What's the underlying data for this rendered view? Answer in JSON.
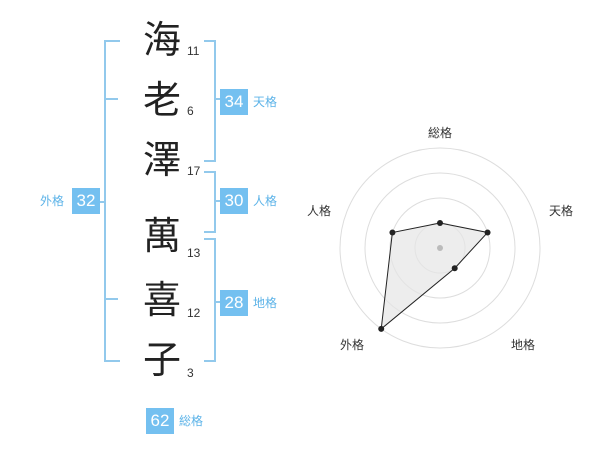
{
  "name": {
    "characters": [
      {
        "char": "海",
        "strokes": "11"
      },
      {
        "char": "老",
        "strokes": "6"
      },
      {
        "char": "澤",
        "strokes": "17"
      },
      {
        "char": "萬",
        "strokes": "13"
      },
      {
        "char": "喜",
        "strokes": "12"
      },
      {
        "char": "子",
        "strokes": "3"
      }
    ]
  },
  "fortunes": {
    "tenkaku": {
      "value": "34",
      "label": "天格"
    },
    "jinkaku": {
      "value": "30",
      "label": "人格"
    },
    "chikaku": {
      "value": "28",
      "label": "地格"
    },
    "gaikaku": {
      "value": "32",
      "label": "外格"
    },
    "soukaku": {
      "value": "62",
      "label": "総格"
    }
  },
  "radar": {
    "axis_labels": [
      "総格",
      "天格",
      "地格",
      "外格",
      "人格"
    ],
    "levels": 4,
    "max": 4,
    "values": [
      1,
      2,
      1,
      4,
      2
    ],
    "colors": {
      "grid": "#dddddd",
      "fill": "#e6e6e6",
      "line": "#222222",
      "dot": "#222222",
      "center": "#bbbbbb"
    }
  }
}
